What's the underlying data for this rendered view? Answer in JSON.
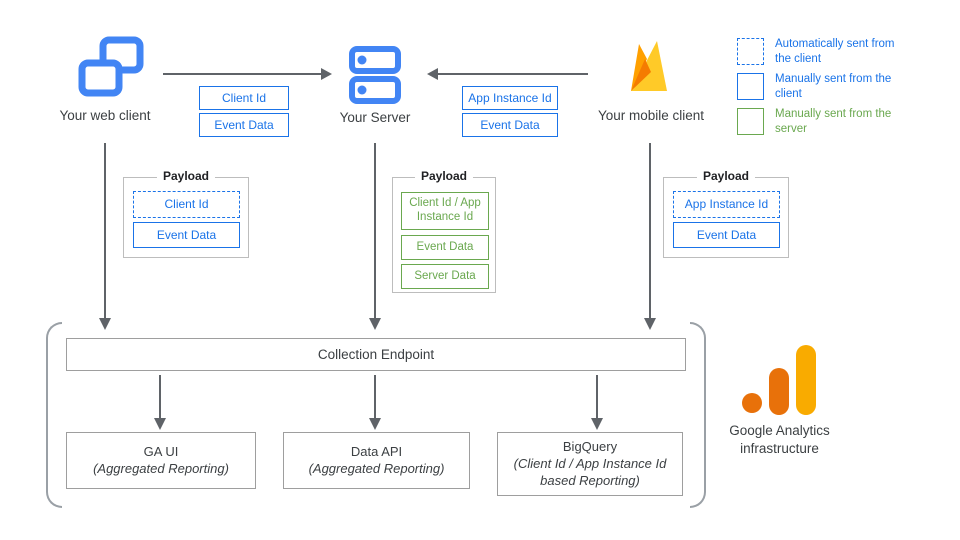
{
  "nodes": {
    "web_client": {
      "label": "Your web client"
    },
    "server": {
      "label": "Your Server"
    },
    "mobile_client": {
      "label": "Your mobile client"
    }
  },
  "flows": {
    "web_to_server": {
      "tags": [
        {
          "label": "Client Id"
        },
        {
          "label": "Event Data"
        }
      ]
    },
    "mobile_to_server": {
      "tags": [
        {
          "label": "App Instance Id"
        },
        {
          "label": "Event Data"
        }
      ]
    }
  },
  "legend": {
    "items": [
      {
        "label": "Automatically sent from the client",
        "style": "dashed-blue"
      },
      {
        "label": "Manually sent from the client",
        "style": "solid-blue"
      },
      {
        "label": "Manually sent from the server",
        "style": "solid-green"
      }
    ]
  },
  "payloads": {
    "web": {
      "title": "Payload",
      "items": [
        {
          "label": "Client Id",
          "style": "dashed-blue"
        },
        {
          "label": "Event Data",
          "style": "solid-blue"
        }
      ]
    },
    "server": {
      "title": "Payload",
      "items": [
        {
          "label": "Client Id / App Instance Id",
          "style": "solid-green"
        },
        {
          "label": "Event Data",
          "style": "solid-green"
        },
        {
          "label": "Server Data",
          "style": "solid-green"
        }
      ]
    },
    "mobile": {
      "title": "Payload",
      "items": [
        {
          "label": "App Instance Id",
          "style": "dashed-blue"
        },
        {
          "label": "Event Data",
          "style": "solid-blue"
        }
      ]
    }
  },
  "infrastructure": {
    "collection_endpoint": "Collection Endpoint",
    "outputs": [
      {
        "title": "GA UI",
        "subtitle": "(Aggregated Reporting)"
      },
      {
        "title": "Data API",
        "subtitle": "(Aggregated Reporting)"
      },
      {
        "title": "BigQuery",
        "subtitle": "(Client Id / App Instance Id based Reporting)"
      }
    ],
    "caption": "Google Analytics infrastructure"
  },
  "icons": {
    "web_client": "overlapping-windows-icon",
    "server": "server-stack-icon",
    "mobile_client": "firebase-flame-icon",
    "infrastructure": "google-analytics-logo"
  },
  "colors": {
    "blue": "#1a73e8",
    "icon_blue": "#4285f4",
    "green": "#6aa84f",
    "arrow_gray": "#5f6368",
    "box_border_gray": "#9e9e9e",
    "firebase_yellow": "#ffca28",
    "firebase_amber": "#ffa000",
    "firebase_orange": "#f57c00",
    "ga_orange": "#e8710a",
    "ga_yellow": "#f9ab00"
  }
}
